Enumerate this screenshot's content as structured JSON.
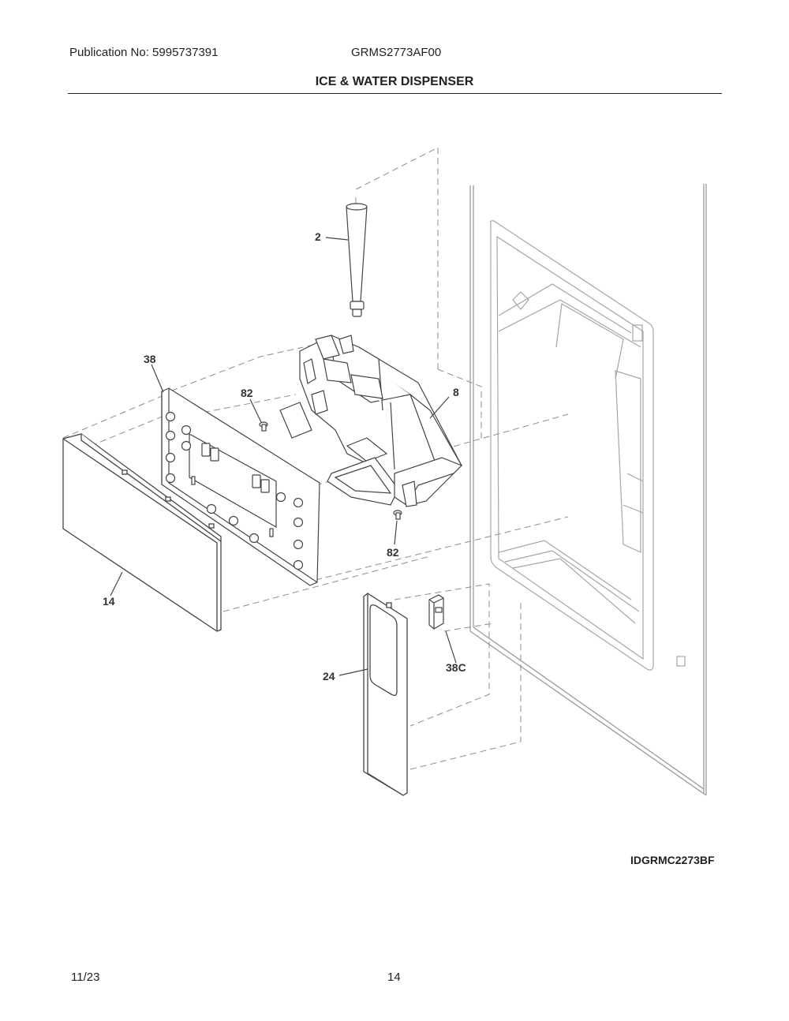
{
  "header": {
    "publication": "Publication No: 5995737391",
    "model": "GRMS2773AF00",
    "title": "ICE & WATER DISPENSER"
  },
  "callouts": {
    "c2": "2",
    "c38": "38",
    "c82a": "82",
    "c8": "8",
    "c82b": "82",
    "c14": "14",
    "c24": "24",
    "c38c": "38C"
  },
  "illustration_id": "IDGRMC2273BF",
  "footer": {
    "date": "11/23",
    "page": "14"
  }
}
